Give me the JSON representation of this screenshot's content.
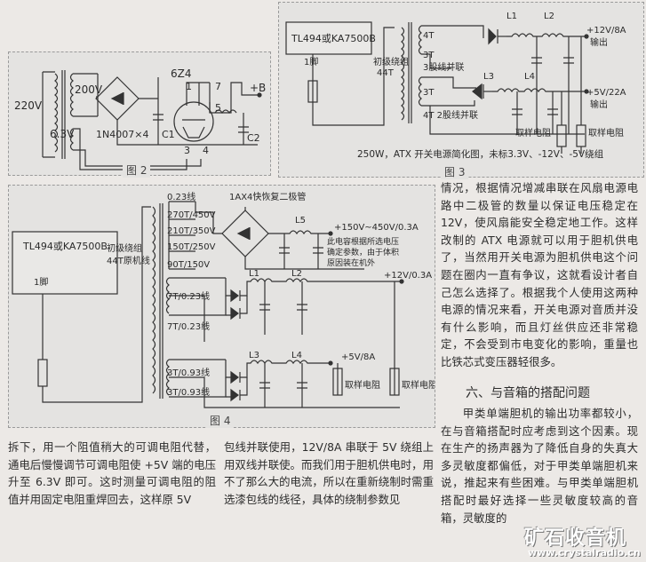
{
  "fig2": {
    "caption": "图 2",
    "v220": "220V",
    "v200": "200V",
    "v63": "6.3V",
    "tube": "6Z4",
    "pin1": "1",
    "pin7": "7",
    "pin5": "5",
    "pin3": "3",
    "pin4": "4",
    "plusb": "+B",
    "diodes": "1N4007×4",
    "c1": "C1",
    "c2": "C2"
  },
  "fig3": {
    "caption": "图 3",
    "ic": "TL494或KA7500B",
    "pin1": "1脚",
    "primary_line1": "初级绕组",
    "primary_line2": "44T",
    "w1": "4T",
    "w2": "3T",
    "w3": "3股线并联",
    "w4": "3T",
    "w5": "4T  2股线并联",
    "l1": "L1",
    "l2": "L2",
    "l3": "L3",
    "l4": "L4",
    "out1_line1": "+12V/8A",
    "out1_line2": "输出",
    "out2_line1": "+5V/22A",
    "out2_line2": "输出",
    "sense1": "取样电阻",
    "sense2": "取样电阻",
    "note": "250W，ATX 开关电源简化图，未标3.3V、-12V、-5V绕组"
  },
  "fig4": {
    "caption": "图 4",
    "ic": "TL494或KA7500B",
    "pin1": "1脚",
    "primary_line1": "初级绕组",
    "primary_line2": "44T原机线",
    "taps": [
      "0.23线",
      "270T/450V",
      "210T/350V",
      "150T/250V",
      "90T/150V",
      "7T/0.23线",
      "7T/0.23线",
      "3T/0.93线",
      "3T/0.93线"
    ],
    "diode_label": "1AX4快恢复二极管",
    "l5": "L5",
    "hv_out": "+150V~450V/0.3A",
    "cap_note_line1": "此电容根据所选电压",
    "cap_note_line2": "确定参数，由于体积",
    "cap_note_line3": "原因装在机外",
    "l1": "L1",
    "l2": "L2",
    "l3": "L3",
    "l4": "L4",
    "out12": "+12V/0.3A",
    "out5": "+5V/8A",
    "sense1": "取样电阻",
    "sense2": "取样电阻"
  },
  "article": {
    "right_col": "情况，根据情况增减串联在风扇电源电路中二极管的数量以保证电压稳定在 12V，使风扇能安全稳定地工作。这样改制的 ATX 电源就可以用于胆机供电了，当然用开关电源为胆机供电这个问题在圈内一直有争议，这就看设计者自己怎么选择了。根据我个人使用这两种电源的情况来看，开关电源对音质并没有什么影响，而且灯丝供应还非常稳定，不会受到市电变化的影响，重量也比铁芯式变压器轻很多。",
    "section_heading": "六、与音箱的搭配问题",
    "right_col2": "甲类单端胆机的输出功率都较小，在与音箱搭配时应考虑到这个因素。现在生产的扬声器为了降低自身的失真大多灵敏度都偏低，对于甲类单端胆机来说，推起来有些困难。与甲类单端胆机搭配时最好选择一些灵敏度较高的音箱，灵敏度的",
    "col1": "拆下，用一个阻值稍大的可调电阻代替，通电后慢慢调节可调电阻使 +5V 端的电压升至 6.3V 即可。这时测量可调电阻的阻值并用固定电阻重焊回去，这样原 5V",
    "col2": "包线并联使用，12V/8A 串联于 5V 绕组上用双线并联使。而我们用于胆机供电时，用不了那么大的电流，所以在重新绕制时需重选漆包线的线径，具体的绕制参数见"
  },
  "watermark": {
    "logo": "矿石收音机",
    "url": "www.crystalradio.cn"
  }
}
